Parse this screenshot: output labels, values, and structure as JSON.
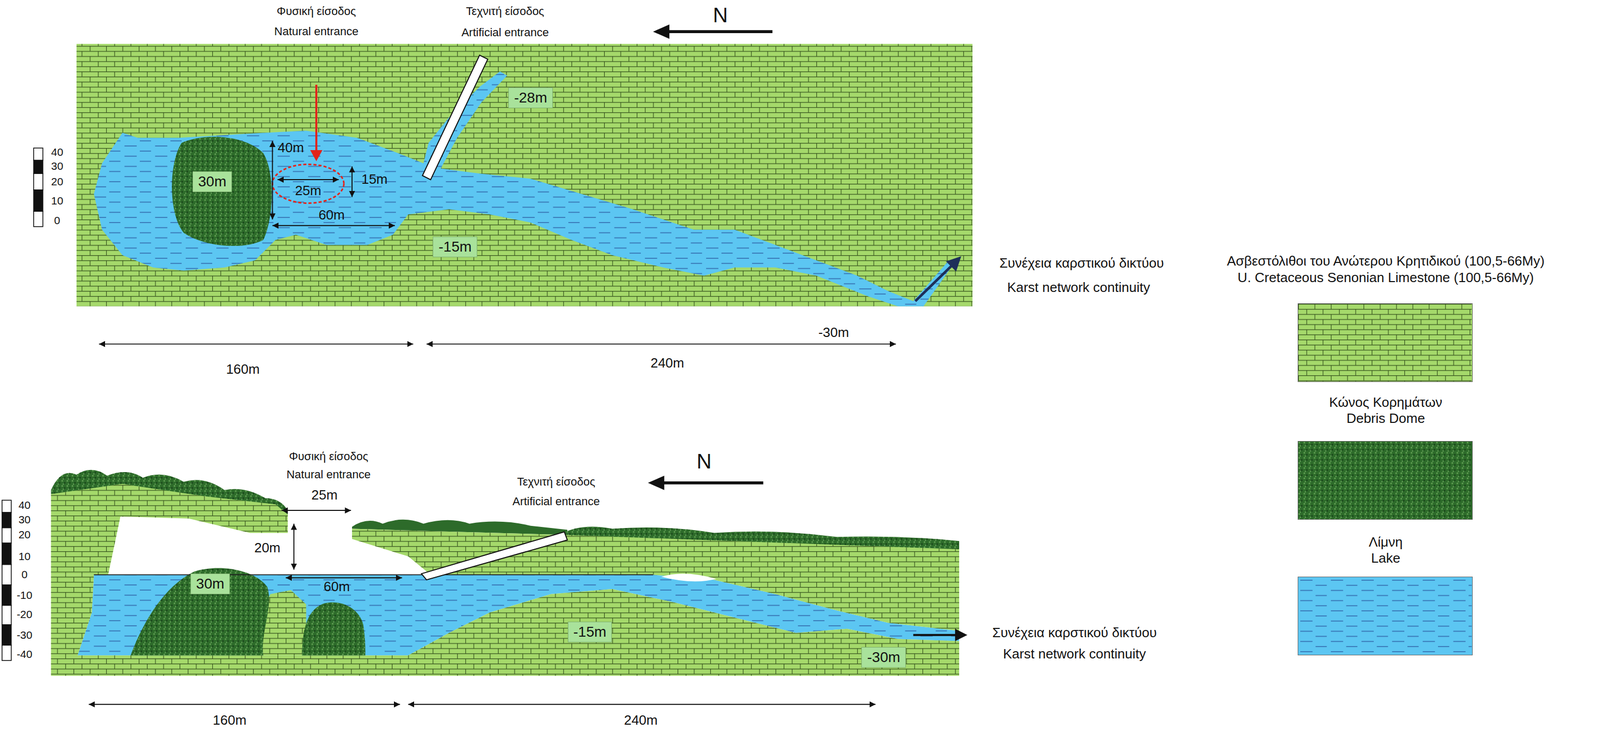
{
  "diagram": {
    "nodes": [
      {
        "text": [
          "30m"
        ]
      },
      {
        "text": [
          "-28m"
        ]
      },
      {
        "text": [
          "-15m"
        ]
      },
      {
        "text": [
          "30m"
        ]
      },
      {
        "text": [
          "-15m"
        ]
      },
      {
        "text": [
          "-30m"
        ]
      }
    ],
    "labels": [
      "Φυσική είσοδος",
      "Natural entrance",
      "Τεχνιτή είσοδος",
      "Artificial entrance",
      "N",
      "40",
      "30",
      "20",
      "10",
      "0",
      "40m",
      "25m",
      "15m",
      "60m",
      "-30m",
      "Συνέχεια καρστικού δικτύου",
      "Karst network continuity",
      "160m",
      "240m",
      "Φυσική είσοδος",
      "Natural entrance",
      "25m",
      "20m",
      "Τεχνιτή είσοδος",
      "Artificial entrance",
      "N",
      "40",
      "30",
      "20",
      "10",
      "0",
      "-10",
      "-20",
      "-30",
      "-40",
      "60m",
      "Συνέχεια καρστικού δικτύου",
      "Karst network continuity",
      "160m",
      "240m"
    ],
    "legend": [
      {
        "text": "Ασβεστόλιθοι του Ανώτερου Κρητιδικού (100,5-66My) U. Cretaceous Senonian Limestone (100,5-66My)",
        "color": "#a5d96b"
      },
      {
        "text": "Κώνος Κορημάτων Debris Dome",
        "color": "#2d6b2a"
      },
      {
        "text": "Λίμνη Lake",
        "color": "#5cc6f2"
      }
    ]
  }
}
